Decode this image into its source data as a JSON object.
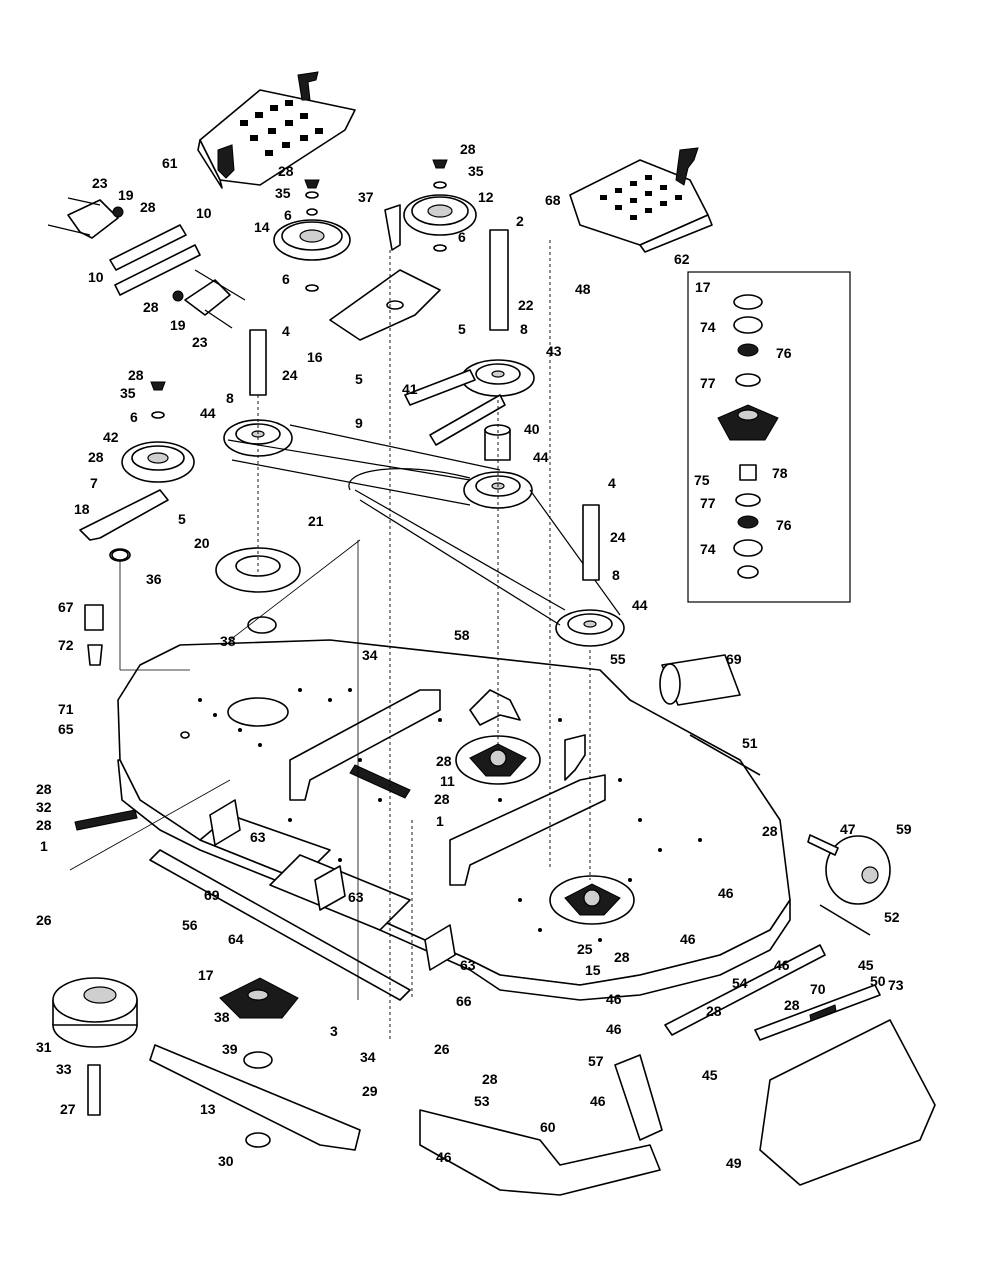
{
  "callouts": [
    {
      "id": "c61a",
      "text": "61"
    },
    {
      "id": "c23a",
      "text": "23"
    },
    {
      "id": "c19a",
      "text": "19"
    },
    {
      "id": "c28a",
      "text": "28"
    },
    {
      "id": "c10a",
      "text": "10"
    },
    {
      "id": "c10b",
      "text": "10"
    },
    {
      "id": "c28b",
      "text": "28"
    },
    {
      "id": "c19b",
      "text": "19"
    },
    {
      "id": "c23b",
      "text": "23"
    },
    {
      "id": "c28c",
      "text": "28"
    },
    {
      "id": "c35a",
      "text": "35"
    },
    {
      "id": "c6a",
      "text": "6"
    },
    {
      "id": "c14",
      "text": "14"
    },
    {
      "id": "c6b",
      "text": "6"
    },
    {
      "id": "c37",
      "text": "37"
    },
    {
      "id": "c28d",
      "text": "28"
    },
    {
      "id": "c35b",
      "text": "35"
    },
    {
      "id": "c12",
      "text": "12"
    },
    {
      "id": "c68",
      "text": "68"
    },
    {
      "id": "c2",
      "text": "2"
    },
    {
      "id": "c6c",
      "text": "6"
    },
    {
      "id": "c48",
      "text": "48"
    },
    {
      "id": "c62",
      "text": "62"
    },
    {
      "id": "c17a",
      "text": "17"
    },
    {
      "id": "c4a",
      "text": "4"
    },
    {
      "id": "c24a",
      "text": "24"
    },
    {
      "id": "c16",
      "text": "16"
    },
    {
      "id": "c5a",
      "text": "5"
    },
    {
      "id": "c5b",
      "text": "5"
    },
    {
      "id": "c22",
      "text": "22"
    },
    {
      "id": "c8a",
      "text": "8"
    },
    {
      "id": "c43",
      "text": "43"
    },
    {
      "id": "c41",
      "text": "41"
    },
    {
      "id": "c74a",
      "text": "74"
    },
    {
      "id": "c76a",
      "text": "76"
    },
    {
      "id": "c77a",
      "text": "77"
    },
    {
      "id": "c28e",
      "text": "28"
    },
    {
      "id": "c35c",
      "text": "35"
    },
    {
      "id": "c6d",
      "text": "6"
    },
    {
      "id": "c8b",
      "text": "8"
    },
    {
      "id": "c44a",
      "text": "44"
    },
    {
      "id": "c9",
      "text": "9"
    },
    {
      "id": "c40",
      "text": "40"
    },
    {
      "id": "c42",
      "text": "42"
    },
    {
      "id": "c28f",
      "text": "28"
    },
    {
      "id": "c7",
      "text": "7"
    },
    {
      "id": "c44b",
      "text": "44"
    },
    {
      "id": "c75",
      "text": "75"
    },
    {
      "id": "c78",
      "text": "78"
    },
    {
      "id": "c4b",
      "text": "4"
    },
    {
      "id": "c18",
      "text": "18"
    },
    {
      "id": "c5c",
      "text": "5"
    },
    {
      "id": "c77b",
      "text": "77"
    },
    {
      "id": "c21",
      "text": "21"
    },
    {
      "id": "c76b",
      "text": "76"
    },
    {
      "id": "c24b",
      "text": "24"
    },
    {
      "id": "c20",
      "text": "20"
    },
    {
      "id": "c36",
      "text": "36"
    },
    {
      "id": "c74b",
      "text": "74"
    },
    {
      "id": "c8c",
      "text": "8"
    },
    {
      "id": "c67",
      "text": "67"
    },
    {
      "id": "c44c",
      "text": "44"
    },
    {
      "id": "c38a",
      "text": "38"
    },
    {
      "id": "c58",
      "text": "58"
    },
    {
      "id": "c72",
      "text": "72"
    },
    {
      "id": "c34a",
      "text": "34"
    },
    {
      "id": "c55",
      "text": "55"
    },
    {
      "id": "c69a",
      "text": "69"
    },
    {
      "id": "c71",
      "text": "71"
    },
    {
      "id": "c65",
      "text": "65"
    },
    {
      "id": "c51",
      "text": "51"
    },
    {
      "id": "c28g",
      "text": "28"
    },
    {
      "id": "c11",
      "text": "11"
    },
    {
      "id": "c28h",
      "text": "28"
    },
    {
      "id": "c28i",
      "text": "28"
    },
    {
      "id": "c32",
      "text": "32"
    },
    {
      "id": "c28j",
      "text": "28"
    },
    {
      "id": "c1a",
      "text": "1"
    },
    {
      "id": "c1b",
      "text": "1"
    },
    {
      "id": "c63a",
      "text": "63"
    },
    {
      "id": "c28k",
      "text": "28"
    },
    {
      "id": "c47",
      "text": "47"
    },
    {
      "id": "c59",
      "text": "59"
    },
    {
      "id": "c69b",
      "text": "69"
    },
    {
      "id": "c63b",
      "text": "63"
    },
    {
      "id": "c46a",
      "text": "46"
    },
    {
      "id": "c26a",
      "text": "26"
    },
    {
      "id": "c56",
      "text": "56"
    },
    {
      "id": "c64",
      "text": "64"
    },
    {
      "id": "c52",
      "text": "52"
    },
    {
      "id": "c25",
      "text": "25"
    },
    {
      "id": "c46b",
      "text": "46"
    },
    {
      "id": "c46c",
      "text": "46"
    },
    {
      "id": "c28l",
      "text": "28"
    },
    {
      "id": "c15",
      "text": "15"
    },
    {
      "id": "c63c",
      "text": "63"
    },
    {
      "id": "c45a",
      "text": "45"
    },
    {
      "id": "c17b",
      "text": "17"
    },
    {
      "id": "c50",
      "text": "50"
    },
    {
      "id": "c73",
      "text": "73"
    },
    {
      "id": "c54",
      "text": "54"
    },
    {
      "id": "c70",
      "text": "70"
    },
    {
      "id": "c31",
      "text": "31"
    },
    {
      "id": "c66",
      "text": "66"
    },
    {
      "id": "c46d",
      "text": "46"
    },
    {
      "id": "c28m",
      "text": "28"
    },
    {
      "id": "c28n",
      "text": "28"
    },
    {
      "id": "c38b",
      "text": "38"
    },
    {
      "id": "c3",
      "text": "3"
    },
    {
      "id": "c46e",
      "text": "46"
    },
    {
      "id": "c33",
      "text": "33"
    },
    {
      "id": "c39",
      "text": "39"
    },
    {
      "id": "c34b",
      "text": "34"
    },
    {
      "id": "c26b",
      "text": "26"
    },
    {
      "id": "c45b",
      "text": "45"
    },
    {
      "id": "c29",
      "text": "29"
    },
    {
      "id": "c57",
      "text": "57"
    },
    {
      "id": "c28o",
      "text": "28"
    },
    {
      "id": "c27",
      "text": "27"
    },
    {
      "id": "c53",
      "text": "53"
    },
    {
      "id": "c13",
      "text": "13"
    },
    {
      "id": "c46f",
      "text": "46"
    },
    {
      "id": "c60",
      "text": "60"
    },
    {
      "id": "c30",
      "text": "30"
    },
    {
      "id": "c46g",
      "text": "46"
    },
    {
      "id": "c49",
      "text": "49"
    }
  ]
}
